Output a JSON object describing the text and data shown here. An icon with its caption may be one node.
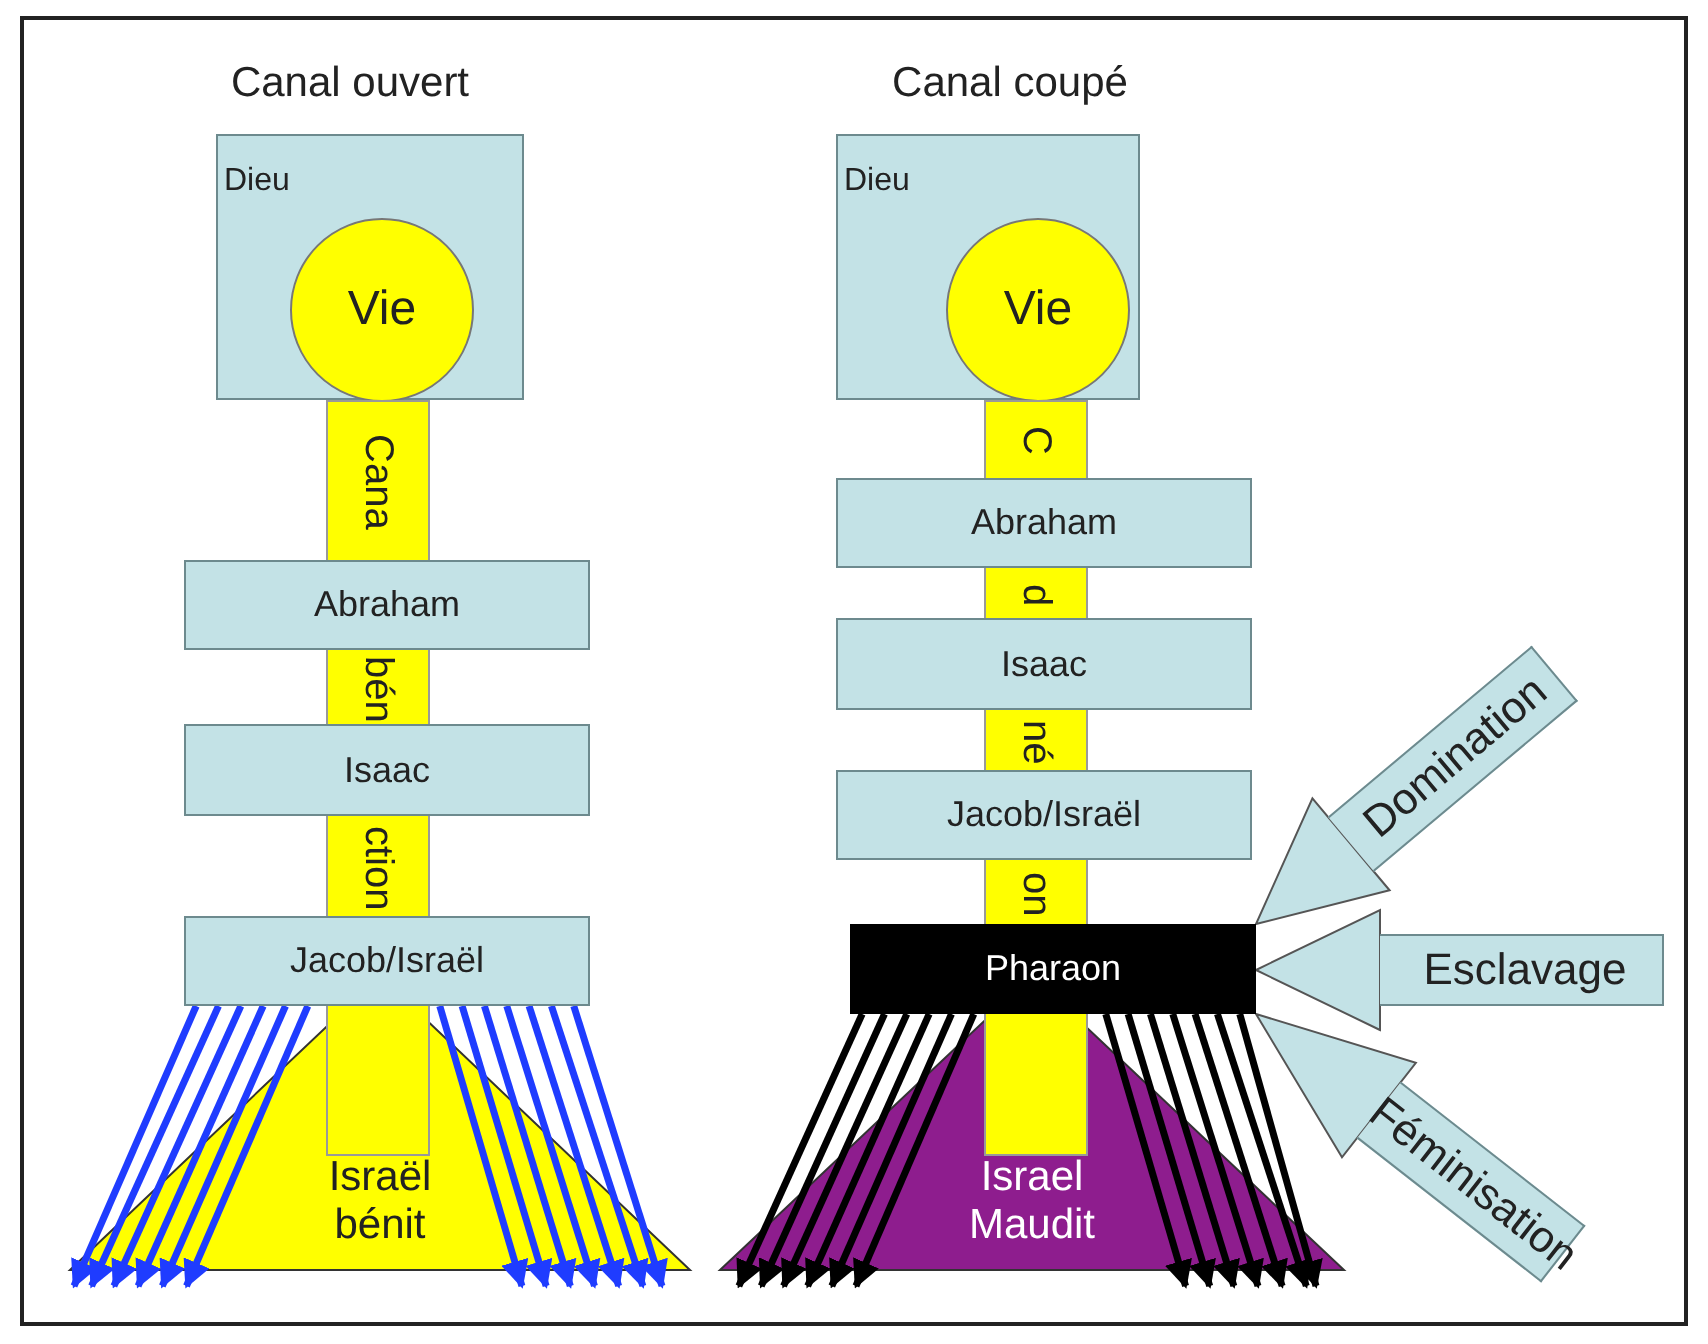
{
  "diagram": {
    "nodes": [
      {
        "text": [
          "Dieu"
        ]
      },
      {
        "text": [
          "Vie"
        ],
        "in": 0
      },
      {
        "text": [
          "Cana",
          "bén",
          "ction"
        ]
      },
      {
        "text": [
          "Abraham"
        ]
      },
      {
        "text": [
          "Isaac"
        ]
      },
      {
        "text": [
          "Jacob/Israël"
        ]
      },
      {
        "text": [
          "Israël bénit"
        ]
      },
      {
        "text": [
          "Dieu"
        ]
      },
      {
        "text": [
          "Vie"
        ],
        "in": 7
      },
      {
        "text": [
          "C",
          "d",
          "né",
          "on"
        ]
      },
      {
        "text": [
          "Abraham"
        ]
      },
      {
        "text": [
          "Isaac"
        ]
      },
      {
        "text": [
          "Jacob/Israël"
        ]
      },
      {
        "text": [
          "Pharaon"
        ]
      },
      {
        "text": [
          "Domination"
        ]
      },
      {
        "text": [
          "Esclavage"
        ]
      },
      {
        "text": [
          "Féminisation"
        ]
      },
      {
        "text": [
          "Israel Maudit"
        ]
      }
    ],
    "edges": [
      {
        "from": 5,
        "to": 6,
        "arrow": "to",
        "color": "#1f3cff"
      },
      {
        "from": 5,
        "to": 6,
        "arrow": "to",
        "color": "#1f3cff"
      },
      {
        "from": 5,
        "to": 6,
        "arrow": "to",
        "color": "#1f3cff"
      },
      {
        "from": 5,
        "to": 6,
        "arrow": "to",
        "color": "#1f3cff"
      },
      {
        "from": 5,
        "to": 6,
        "arrow": "to",
        "color": "#1f3cff"
      },
      {
        "from": 5,
        "to": 6,
        "arrow": "to",
        "color": "#1f3cff"
      },
      {
        "from": 5,
        "to": 6,
        "arrow": "to",
        "color": "#1f3cff"
      },
      {
        "from": 5,
        "to": 6,
        "arrow": "to",
        "color": "#1f3cff"
      },
      {
        "from": 5,
        "to": 6,
        "arrow": "to",
        "color": "#1f3cff"
      },
      {
        "from": 5,
        "to": 6,
        "arrow": "to",
        "color": "#1f3cff"
      },
      {
        "from": 5,
        "to": 6,
        "arrow": "to",
        "color": "#1f3cff"
      },
      {
        "from": 5,
        "to": 6,
        "arrow": "to",
        "color": "#1f3cff"
      },
      {
        "from": 5,
        "to": 6,
        "arrow": "to",
        "color": "#1f3cff"
      },
      {
        "from": 13,
        "to": 17,
        "arrow": "to",
        "color": "#000000"
      },
      {
        "from": 13,
        "to": 17,
        "arrow": "to",
        "color": "#000000"
      },
      {
        "from": 13,
        "to": 17,
        "arrow": "to",
        "color": "#000000"
      },
      {
        "from": 13,
        "to": 17,
        "arrow": "to",
        "color": "#000000"
      },
      {
        "from": 13,
        "to": 17,
        "arrow": "to",
        "color": "#000000"
      },
      {
        "from": 13,
        "to": 17,
        "arrow": "to",
        "color": "#000000"
      },
      {
        "from": 13,
        "to": 17,
        "arrow": "to",
        "color": "#000000"
      },
      {
        "from": 13,
        "to": 17,
        "arrow": "to",
        "color": "#000000"
      },
      {
        "from": 13,
        "to": 17,
        "arrow": "to",
        "color": "#000000"
      },
      {
        "from": 13,
        "to": 17,
        "arrow": "to",
        "color": "#000000"
      },
      {
        "from": 13,
        "to": 17,
        "arrow": "to",
        "color": "#000000"
      },
      {
        "from": 13,
        "to": 17,
        "arrow": "to",
        "color": "#000000"
      },
      {
        "from": 13,
        "to": 17,
        "arrow": "to",
        "color": "#000000"
      },
      {
        "from": 14,
        "to": 13,
        "arrow": "to",
        "color": "#c3e2e6"
      },
      {
        "from": 15,
        "to": 13,
        "arrow": "to",
        "color": "#c3e2e6"
      },
      {
        "from": 16,
        "to": 13,
        "arrow": "to",
        "color": "#c3e2e6"
      }
    ],
    "labels": [
      "Canal ouvert",
      "Canal coupé"
    ]
  }
}
